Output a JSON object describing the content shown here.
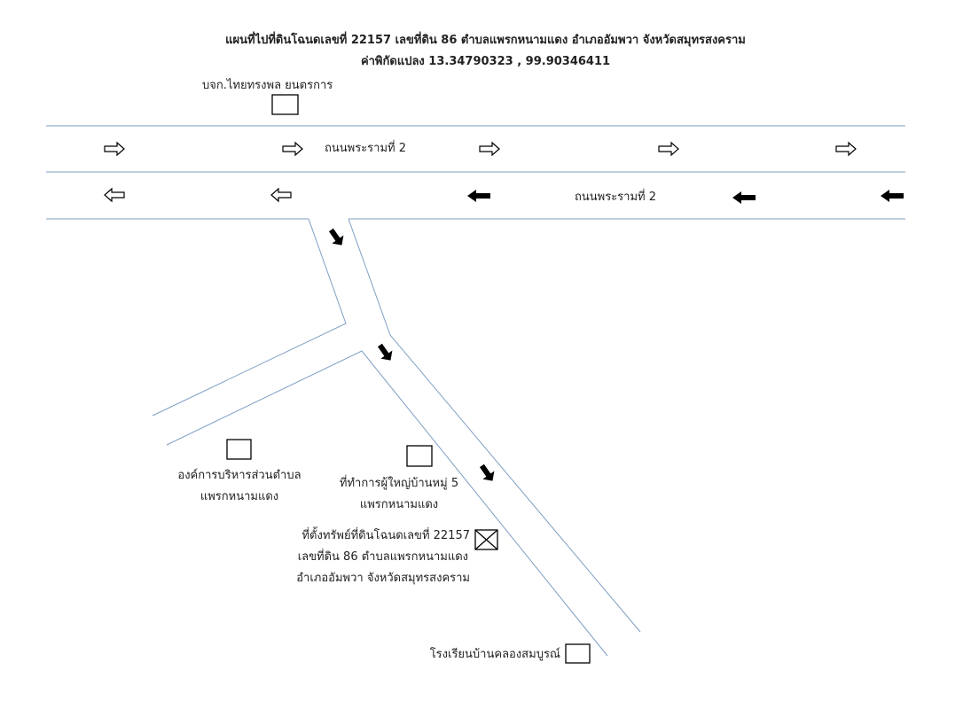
{
  "title": "แผนที่ไปที่ดินโฉนดเลขที่ 22157 เลขที่ดิน 86 ตำบลแพรกหนามแดง อำเภออัมพวา จังหวัดสมุทรสงคราม",
  "coordinates": "ค่าพิกัดแปลง 13.34790323 , 99.90346411",
  "road_label_top": "ถนนพระรามที่ 2",
  "road_label_bottom": "ถนนพระรามที่ 2",
  "landmarks": {
    "company": "บจก.ไทยทรงพล ยนตรการ",
    "tao_line1": "องค์การบริหารส่วนตำบล",
    "tao_line2": "แพรกหนามแดง",
    "headman_line1": "ที่ทำการผู้ใหญ่บ้านหมู่ 5",
    "headman_line2": "แพรกหนามแดง",
    "property_line1": "ที่ตั้งทรัพย์ที่ดินโฉนดเลขที่ 22157",
    "property_line2": "เลขที่ดิน 86 ตำบลแพรกหนามแดง",
    "property_line3": "อำเภออัมพวา จังหวัดสมุทรสงคราม",
    "school": "โรงเรียนบ้านคลองสมบูรณ์"
  },
  "colors": {
    "road": "#7f9fc4",
    "ink": "#000000"
  }
}
